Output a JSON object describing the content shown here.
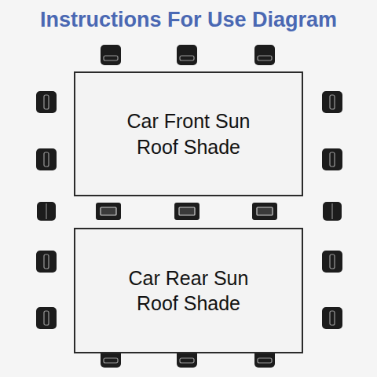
{
  "diagram": {
    "title": "Instructions For Use Diagram",
    "nodes": [
      {
        "text": [
          "Car Front Sun Roof Shade"
        ]
      },
      {
        "text": [
          "Car Rear Sun Roof Shade"
        ]
      }
    ]
  }
}
